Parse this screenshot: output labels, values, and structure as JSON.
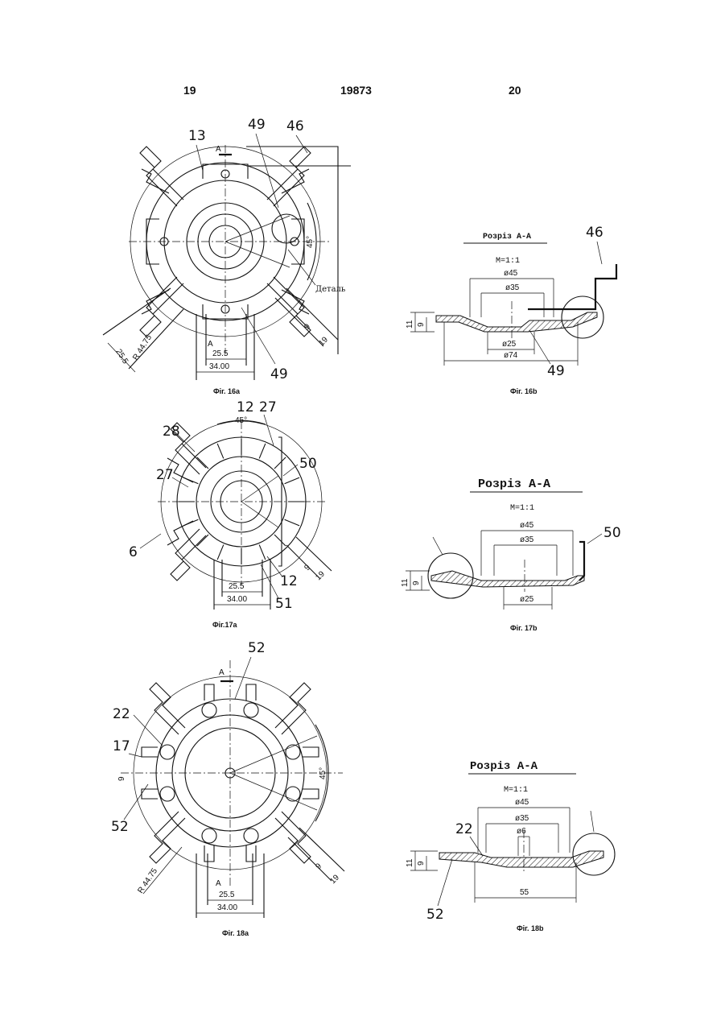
{
  "header": {
    "left_page": "19",
    "doc_number": "19873",
    "right_page": "20"
  },
  "fig16a": {
    "caption": "Фіг. 16а",
    "callouts": [
      "13",
      "49",
      "46",
      "49"
    ],
    "section_mark": "A",
    "angle": "45°",
    "detail_label": "Деталь",
    "dims": [
      "25.5",
      "34.00",
      "25.5",
      "R 44.75",
      "9",
      "19"
    ]
  },
  "fig16b": {
    "caption": "Фіг. 16b",
    "title": "Розріз А-А",
    "scale": "М=1:1",
    "callouts": [
      "46",
      "49"
    ],
    "dims": [
      "ø45",
      "ø35",
      "ø25",
      "ø74",
      "11",
      "9"
    ]
  },
  "fig17a": {
    "caption": "Фіг.17а",
    "callouts": [
      "12",
      "27",
      "28",
      "27",
      "50",
      "6",
      "12",
      "51"
    ],
    "angle": "45°",
    "dims": [
      "25.5",
      "34.00",
      "9",
      "19"
    ]
  },
  "fig17b": {
    "caption": "Фіг. 17b",
    "title": "Розріз А-А",
    "scale": "М=1:1",
    "callouts": [
      "50"
    ],
    "dims": [
      "ø45",
      "ø35",
      "ø25",
      "11",
      "9"
    ]
  },
  "fig18a": {
    "caption": "Фіг. 18а",
    "callouts": [
      "52",
      "22",
      "17",
      "52"
    ],
    "section_mark": "A",
    "angle": "45°",
    "dims": [
      "9",
      "25.5",
      "34.00",
      "R 44.75",
      "9",
      "19"
    ]
  },
  "fig18b": {
    "caption": "Фіг. 18b",
    "title": "Розріз А-А",
    "scale": "М=1:1",
    "callouts": [
      "22",
      "52"
    ],
    "dims": [
      "ø45",
      "ø35",
      "ø6",
      "55",
      "11",
      "9"
    ]
  }
}
